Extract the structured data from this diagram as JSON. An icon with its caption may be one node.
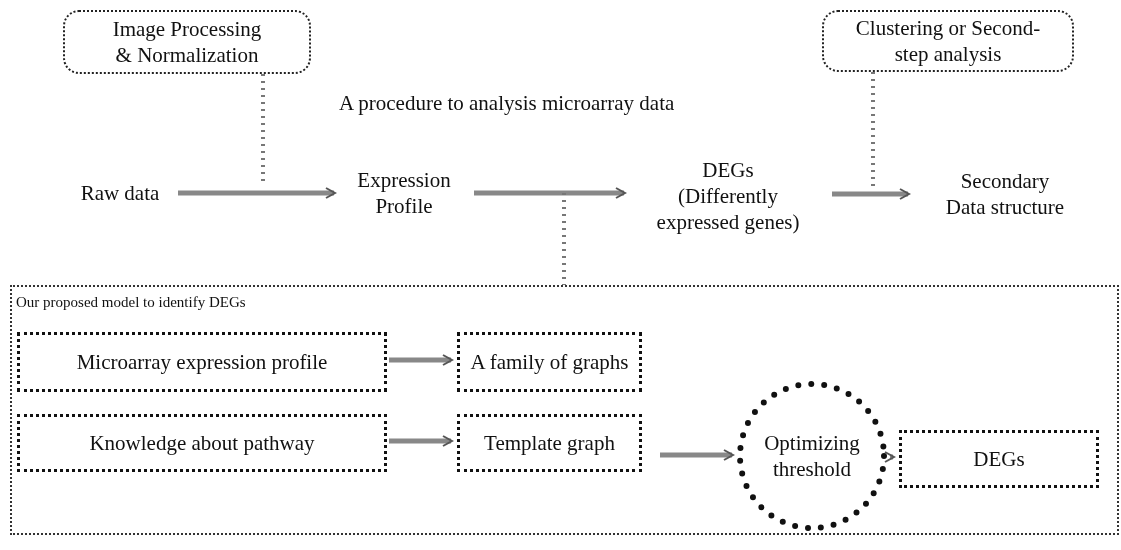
{
  "diagram": {
    "title": "A procedure to analysis microarray data",
    "nodes": [
      {
        "text": [
          "Image Processing & Normalization"
        ]
      },
      {
        "text": [
          "Clustering or Second-step analysis"
        ]
      },
      {
        "text": [
          "Raw data"
        ]
      },
      {
        "text": [
          "Expression Profile"
        ]
      },
      {
        "text": [
          "DEGs (Differently expressed genes)"
        ]
      },
      {
        "text": [
          "Secondary Data structure"
        ]
      },
      {
        "text": [
          "Our proposed model to identify DEGs"
        ]
      },
      {
        "text": [
          "Microarray expression profile"
        ],
        "in": 6
      },
      {
        "text": [
          "A family of graphs"
        ],
        "in": 6
      },
      {
        "text": [
          "Knowledge about pathway"
        ],
        "in": 6
      },
      {
        "text": [
          "Template graph"
        ],
        "in": 6
      },
      {
        "text": [
          "Optimizing threshold"
        ],
        "in": 6
      },
      {
        "text": [
          "DEGs"
        ],
        "in": 6
      }
    ],
    "edges": [
      {
        "from": 2,
        "to": 3,
        "arrow": "to"
      },
      {
        "from": 3,
        "to": 4,
        "arrow": "to"
      },
      {
        "from": 4,
        "to": 5,
        "arrow": "to"
      },
      {
        "from": 0,
        "to": null,
        "arrow": "none",
        "style": "dashed"
      },
      {
        "from": 1,
        "to": null,
        "arrow": "none",
        "style": "dashed"
      },
      {
        "from": null,
        "to": 6,
        "arrow": "none",
        "style": "dashed"
      },
      {
        "from": 7,
        "to": 8,
        "arrow": "to"
      },
      {
        "from": 9,
        "to": 10,
        "arrow": "to"
      },
      {
        "from": null,
        "to": 11,
        "arrow": "to"
      },
      {
        "from": 11,
        "to": 12,
        "arrow": "to"
      }
    ]
  }
}
